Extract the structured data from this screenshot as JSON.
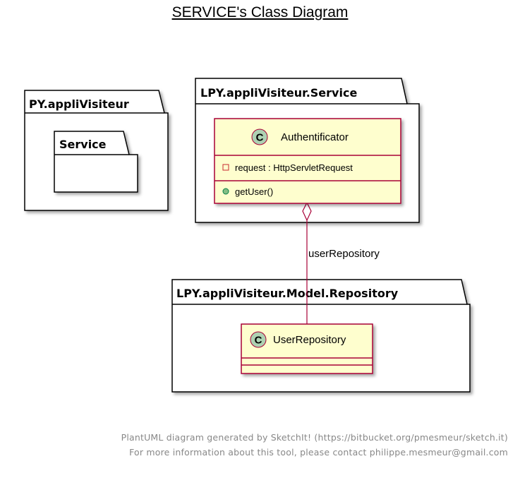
{
  "title": "SERVICE's Class Diagram",
  "packages": {
    "py_applivisiteur": "PY.appliVisiteur",
    "service": "Service",
    "lpy_service": "LPY.appliVisiteur.Service",
    "lpy_repository": "LPY.appliVisiteur.Model.Repository"
  },
  "classes": {
    "authentificator": {
      "stereotype": "C",
      "name": "Authentificator",
      "attributes": [
        "request : HttpServletRequest"
      ],
      "methods": [
        "getUser()"
      ]
    },
    "user_repository": {
      "stereotype": "C",
      "name": "UserRepository"
    }
  },
  "relation": {
    "label": "userRepository",
    "type": "aggregation"
  },
  "footer": {
    "line1": "PlantUML diagram generated by SketchIt! (https://bitbucket.org/pmesmeur/sketch.it)",
    "line2": "For more information about this tool, please contact philippe.mesmeur@gmail.com"
  },
  "colors": {
    "class_fill": "#FEFECE",
    "class_border": "#A80036",
    "circle_fill": "#ADD1B2",
    "relation": "#A80036",
    "method_dot": "#84BE84"
  }
}
